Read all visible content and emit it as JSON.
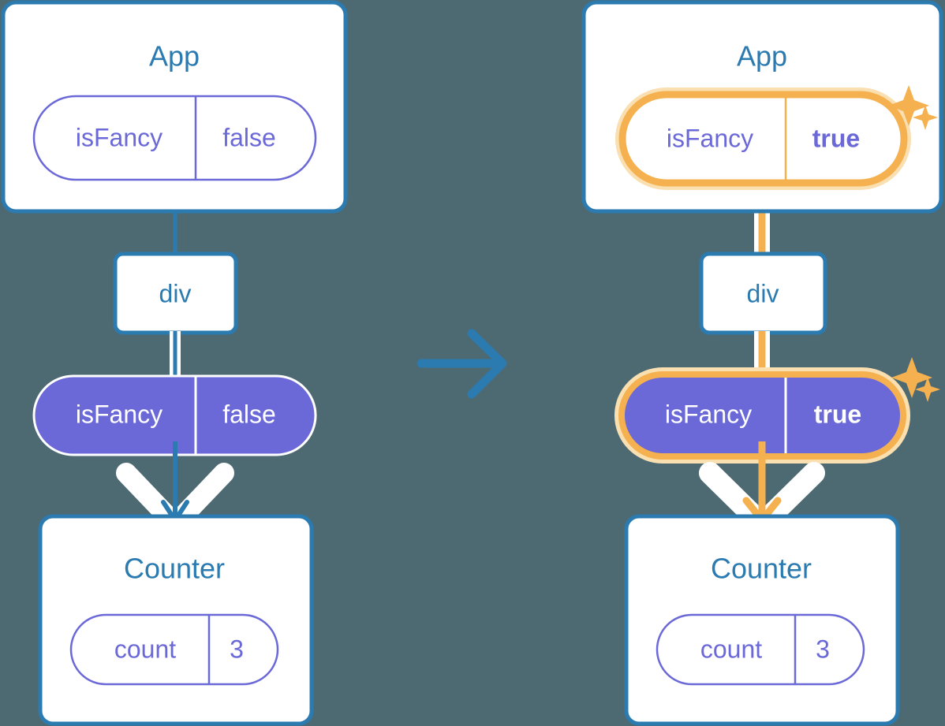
{
  "background_color": "#4d6a73",
  "colors": {
    "component_border": "#2b7ab0",
    "component_title": "#2b7ab0",
    "pill_outline": "#6b68d8",
    "pill_fill_purple": "#6b68d8",
    "pill_text_purple": "#6b68d8",
    "pill_text_white": "#ffffff",
    "highlight_orange": "#f5b14f",
    "highlight_glow": "#fadfb0",
    "arrow_white": "#ffffff",
    "transition_arrow": "#2b7ab0"
  },
  "panels": [
    {
      "id": "before",
      "app": {
        "title": "App",
        "state_pill": {
          "key": "isFancy",
          "value": "false",
          "highlighted": false,
          "style": "outline",
          "bold_value": false
        }
      },
      "dom_node": {
        "label": "div"
      },
      "props_pill": {
        "key": "isFancy",
        "value": "false",
        "highlighted": false,
        "style": "filled",
        "bold_value": false
      },
      "counter": {
        "title": "Counter",
        "state_pill": {
          "key": "count",
          "value": "3",
          "highlighted": false,
          "style": "outline",
          "bold_value": false
        }
      },
      "sparkles": []
    },
    {
      "id": "after",
      "app": {
        "title": "App",
        "state_pill": {
          "key": "isFancy",
          "value": "true",
          "highlighted": true,
          "style": "outline",
          "bold_value": true
        }
      },
      "dom_node": {
        "label": "div"
      },
      "props_pill": {
        "key": "isFancy",
        "value": "true",
        "highlighted": true,
        "style": "filled",
        "bold_value": true
      },
      "counter": {
        "title": "Counter",
        "state_pill": {
          "key": "count",
          "value": "3",
          "highlighted": false,
          "style": "outline",
          "bold_value": false
        }
      },
      "sparkles": [
        "sparkle-large",
        "sparkle-small"
      ]
    }
  ],
  "transition": {
    "icon": "arrow-right-icon",
    "direction": "right"
  }
}
